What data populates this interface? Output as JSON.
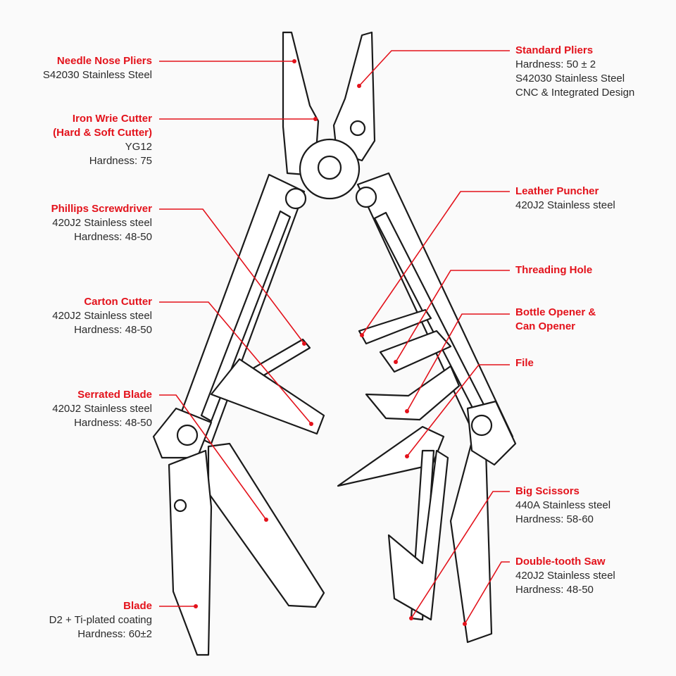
{
  "colors": {
    "accent": "#e3121b",
    "ink": "#1a1a1a",
    "background": "#fafafa"
  },
  "labels": {
    "needle": {
      "title": "Needle Nose Pliers",
      "lines": [
        "S42030 Stainless Steel"
      ]
    },
    "wire": {
      "title": "Iron Wrie Cutter",
      "title2": "(Hard & Soft Cutter)",
      "lines": [
        "YG12",
        "Hardness: 75"
      ]
    },
    "phillips": {
      "title": "Phillips Screwdriver",
      "lines": [
        "420J2  Stainless steel",
        "Hardness: 48-50"
      ]
    },
    "carton": {
      "title": "Carton Cutter",
      "lines": [
        "420J2  Stainless steel",
        "Hardness: 48-50"
      ]
    },
    "serrated": {
      "title": "Serrated Blade",
      "lines": [
        "420J2  Stainless steel",
        "Hardness: 48-50"
      ]
    },
    "blade": {
      "title": "Blade",
      "lines": [
        "D2 + Ti-plated coating",
        "Hardness: 60±2"
      ]
    },
    "standard": {
      "title": "Standard Pliers",
      "lines": [
        "Hardness: 50 ± 2",
        "S42030 Stainless Steel",
        "CNC & Integrated Design"
      ]
    },
    "leather": {
      "title": "Leather Puncher",
      "lines": [
        "420J2  Stainless steel"
      ]
    },
    "threading": {
      "title": "Threading Hole",
      "lines": []
    },
    "bottle": {
      "title": "Bottle Opener &",
      "title2": "Can  Opener",
      "lines": []
    },
    "file": {
      "title": "File",
      "lines": []
    },
    "scissors": {
      "title": "Big Scissors",
      "lines": [
        "440A Stainless steel",
        "Hardness: 58-60"
      ]
    },
    "saw": {
      "title": "Double-tooth Saw",
      "lines": [
        "420J2 Stainless steel",
        "Hardness: 48-50"
      ]
    }
  }
}
